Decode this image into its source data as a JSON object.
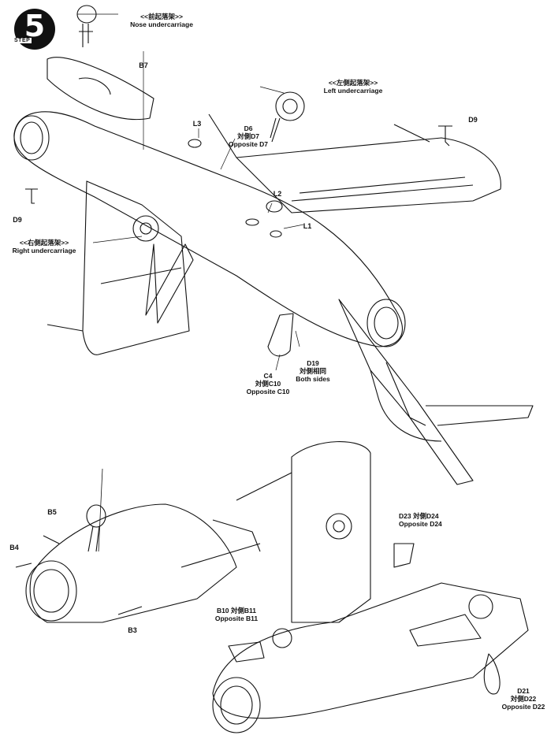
{
  "step": {
    "word": "STEP",
    "number": "5"
  },
  "callouts": {
    "nose_undercarriage": {
      "zh": "<<前起落架>>",
      "en": "Nose undercarriage"
    },
    "left_undercarriage": {
      "zh": "<<左側起落架>>",
      "en": "Left undercarriage"
    },
    "right_undercarriage": {
      "zh": "<<右側起落架>>",
      "en": "Right undercarriage"
    }
  },
  "parts": {
    "B7": "B7",
    "L3": "L3",
    "D6": {
      "id": "D6",
      "zh": "対側D7",
      "en": "Opposite D7"
    },
    "D9_right": "D9",
    "D9_left": "D9",
    "L2": "L2",
    "L1": "L1",
    "D19": {
      "id": "D19",
      "zh": "対側相同",
      "en": "Both sides"
    },
    "C4": {
      "id": "C4",
      "zh": "対側C10",
      "en": "Opposite C10"
    },
    "B5": "B5",
    "B4": "B4",
    "B3": "B3",
    "D23": {
      "id": "D23",
      "zh": "対側D24",
      "en": "Opposite D24"
    },
    "B10": {
      "id": "B10",
      "zh": "対側B11",
      "en": "Opposite B11"
    },
    "D21": {
      "id": "D21",
      "zh": "対側D22",
      "en": "Opposite D22"
    }
  }
}
